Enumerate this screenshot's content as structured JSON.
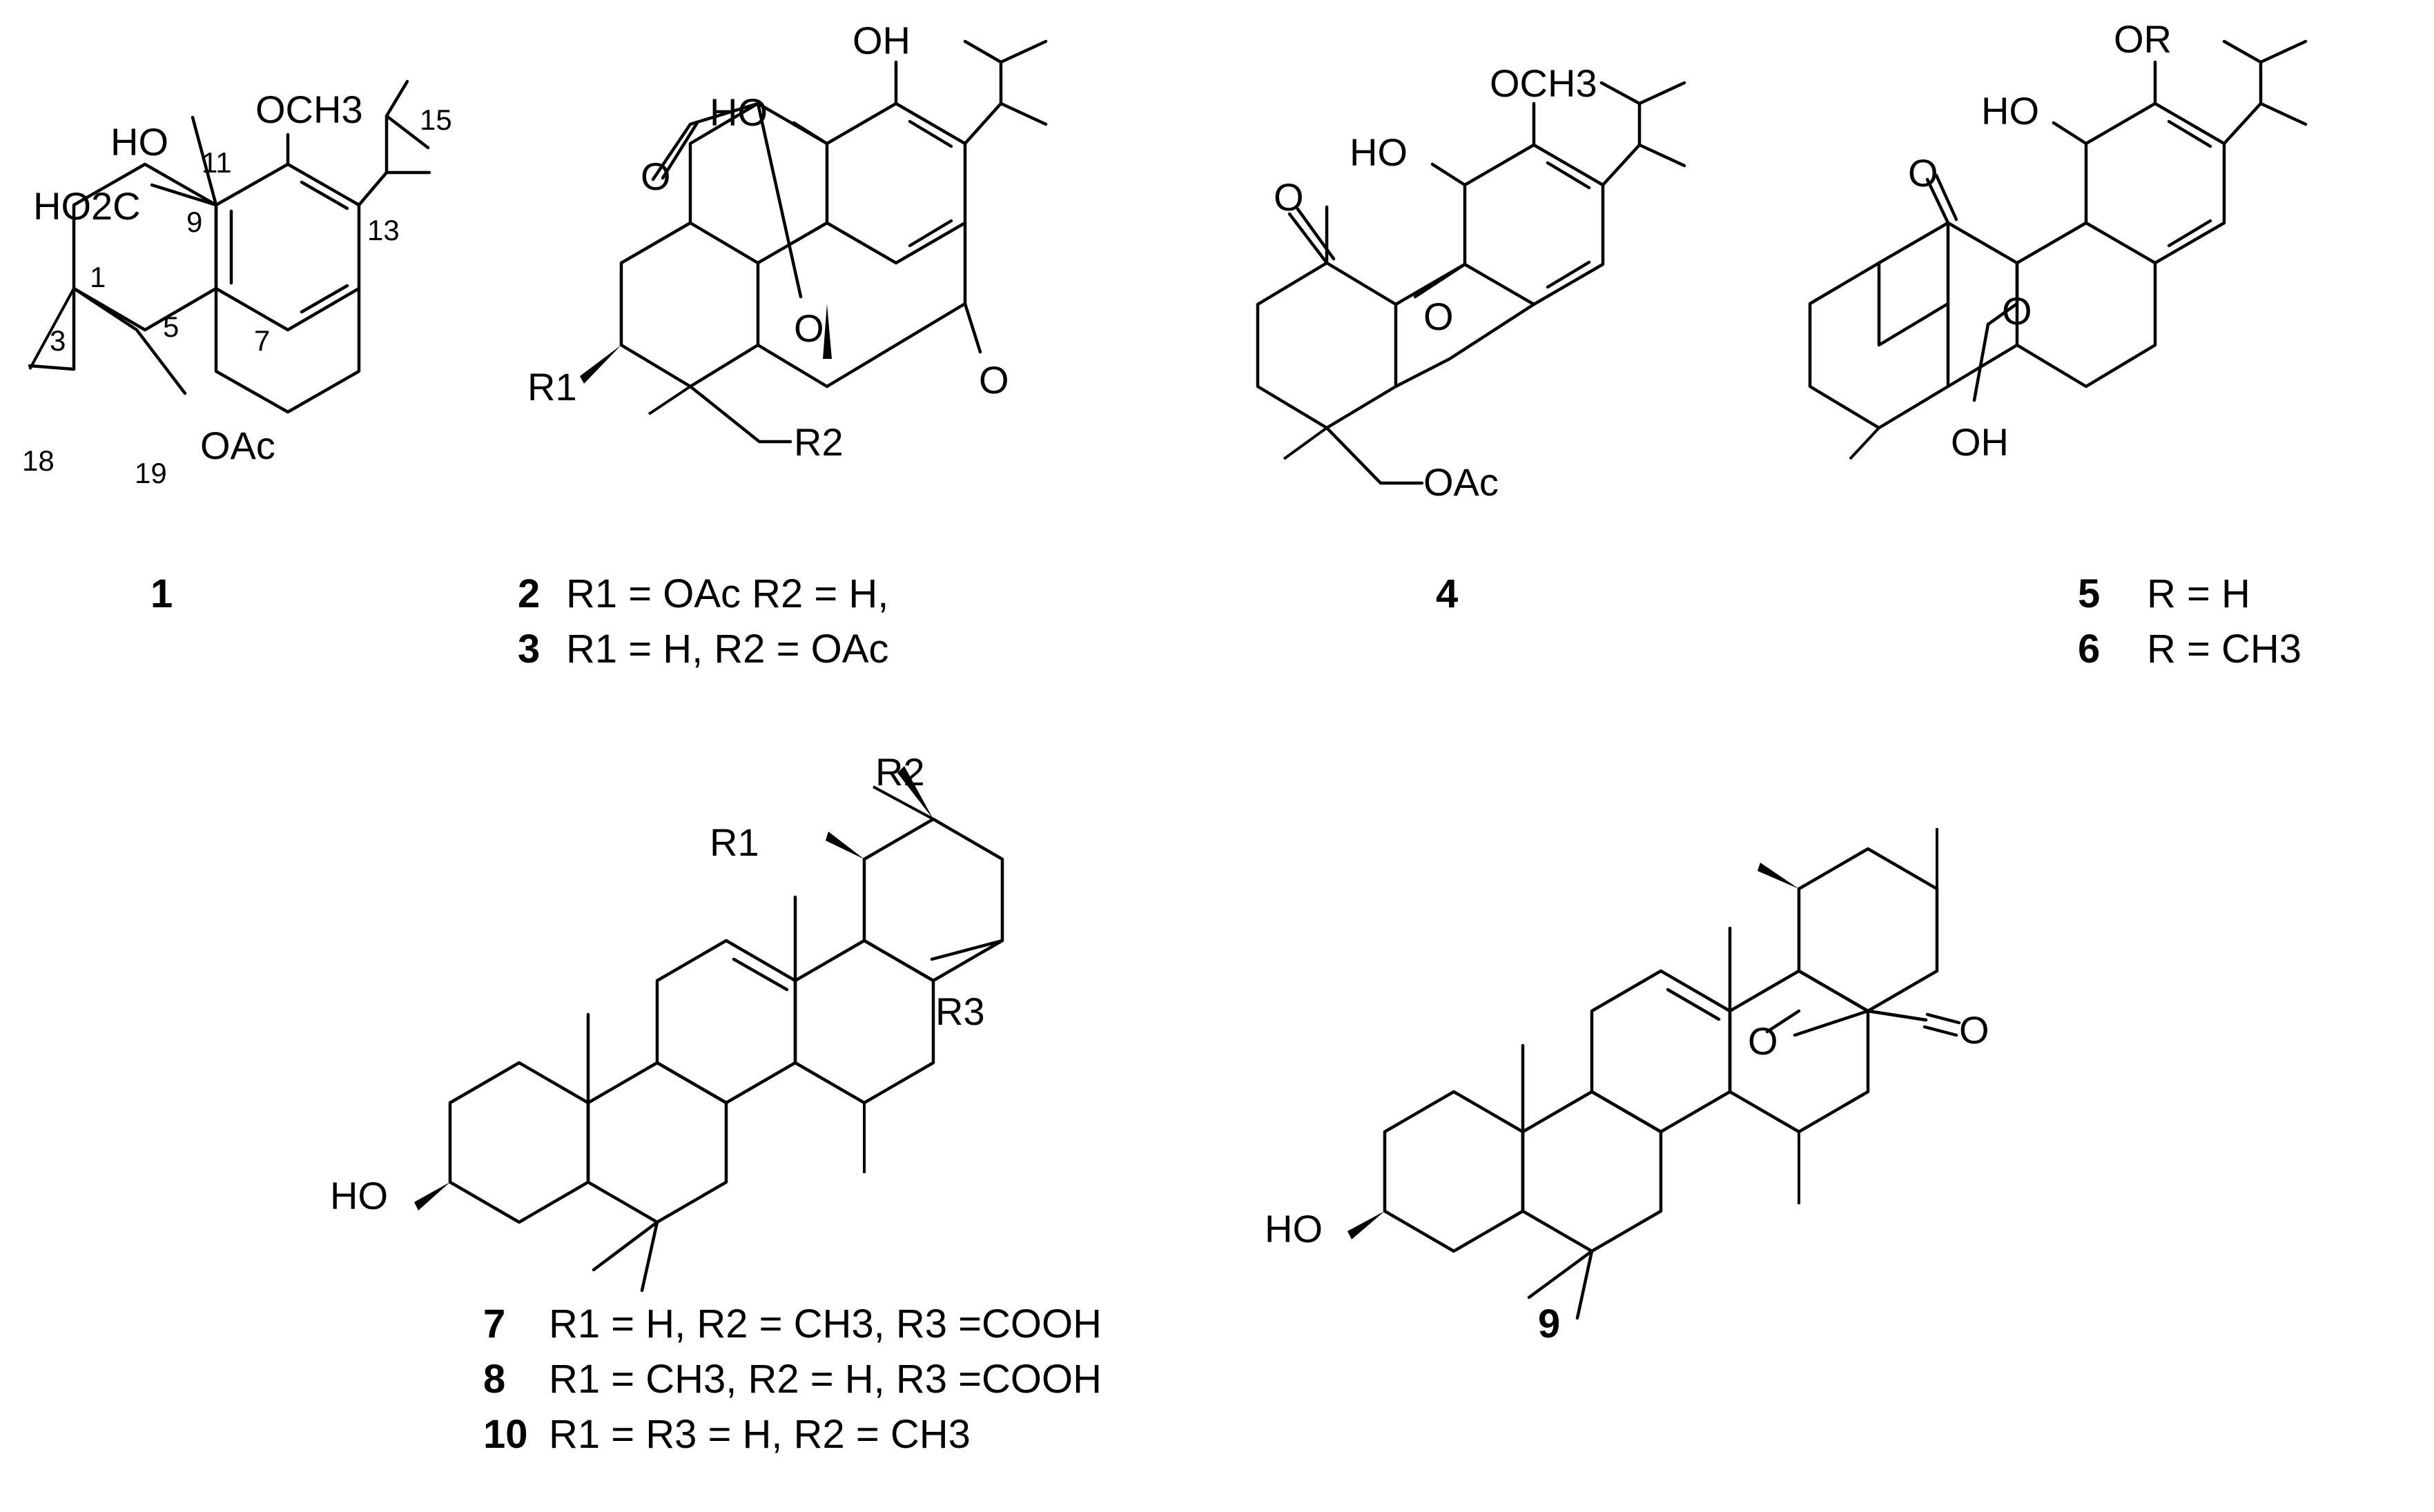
{
  "compounds": [
    {
      "id": "compound-1",
      "number": "1",
      "substituent_lines": [],
      "atom_labels": [
        "OCH3",
        "HO",
        "HO2C",
        "OAc"
      ],
      "locants": [
        "1",
        "3",
        "5",
        "7",
        "9",
        "11",
        "13",
        "15",
        "18",
        "19"
      ]
    },
    {
      "id": "compound-2-3",
      "number": "2",
      "substituent_lines": [
        {
          "number": "2",
          "text": "R1 = OAc R2 = H,"
        },
        {
          "number": "3",
          "text": "R1 = H, R2 = OAc"
        }
      ],
      "atom_labels": [
        "OH",
        "HO",
        "O",
        "O",
        "O",
        "R1",
        "R2"
      ]
    },
    {
      "id": "compound-4",
      "number": "4",
      "substituent_lines": [],
      "atom_labels": [
        "OCH3",
        "HO",
        "O",
        "O",
        "OAc"
      ]
    },
    {
      "id": "compound-5-6",
      "number": "5",
      "substituent_lines": [
        {
          "number": "5",
          "text": "R = H"
        },
        {
          "number": "6",
          "text": "R = CH3"
        }
      ],
      "atom_labels": [
        "OR",
        "HO",
        "O",
        "O",
        "OH"
      ]
    },
    {
      "id": "compound-7-8-10",
      "substituent_lines": [
        {
          "number": "7",
          "text": "R1 = H, R2 = CH3, R3 =COOH"
        },
        {
          "number": "8",
          "text": "R1 = CH3, R2 = H, R3 =COOH"
        },
        {
          "number": "10",
          "text": "R1 = R3 = H, R2 = CH3"
        }
      ],
      "atom_labels": [
        "R1",
        "R2",
        "R3",
        "HO"
      ]
    },
    {
      "id": "compound-9",
      "number": "9",
      "substituent_lines": [],
      "atom_labels": [
        "O",
        "O",
        "HO"
      ]
    }
  ]
}
